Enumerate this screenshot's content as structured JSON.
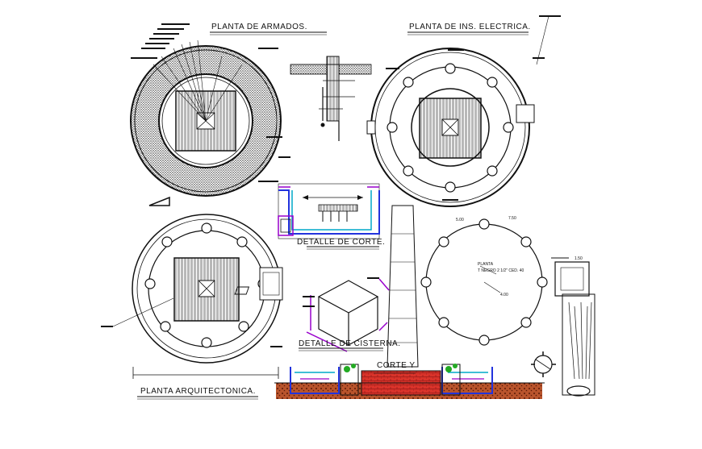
{
  "titles": {
    "planta_armados": "PLANTA DE ARMADOS.",
    "planta_electrica": "PLANTA DE INS. ELECTRICA.",
    "detalle_corte": "DETALLE DE CORTE.",
    "detalle_cisterna": "DETALLE DE CISTERNA.",
    "corte": "CORTE Y",
    "planta_arquitectonica": "PLANTA ARQUITECTONICA."
  },
  "notes": {
    "planta_line1": "PLANTA",
    "planta_line2": "T NEGRO 2 1/2\" CED. 40",
    "small_a": "5.00",
    "small_b": "7.50",
    "small_c": "4.00",
    "small_d": "1.50"
  },
  "colors": {
    "line": "#111111",
    "accent_blue": "#2233dd",
    "accent_purple": "#9900cc",
    "accent_green": "#22aa22",
    "accent_cyan": "#00a8c8",
    "accent_red": "#cc1111",
    "ground_brown": "#7a2a10"
  }
}
